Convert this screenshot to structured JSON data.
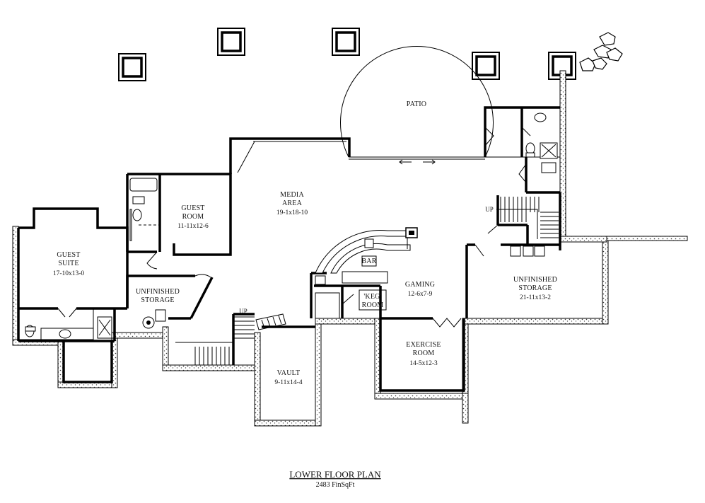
{
  "title": "LOWER FLOOR PLAN",
  "subtitle": "2483 FinSqFt",
  "rooms": {
    "patio": {
      "name": "PATIO"
    },
    "media": {
      "name_line1": "MEDIA",
      "name_line2": "AREA",
      "dims": "19-1x18-10"
    },
    "guest_room": {
      "name_line1": "GUEST",
      "name_line2": "ROOM",
      "dims": "11-11x12-6"
    },
    "guest_suite": {
      "name_line1": "GUEST",
      "name_line2": "SUITE",
      "dims": "17-10x13-0"
    },
    "unfinished_storage_left": {
      "name_line1": "UNFINISHED",
      "name_line2": "STORAGE"
    },
    "bar": {
      "name": "BAR"
    },
    "keg_room": {
      "name_line1": "'KEG'",
      "name_line2": "ROOM"
    },
    "gaming": {
      "name": "GAMING",
      "dims": "12-6x7-9"
    },
    "unfinished_storage_right": {
      "name_line1": "UNFINISHED",
      "name_line2": "STORAGE",
      "dims": "21-11x13-2"
    },
    "exercise": {
      "name_line1": "EXERCISE",
      "name_line2": "ROOM",
      "dims": "14-5x12-3"
    },
    "vault": {
      "name": "VAULT",
      "dims": "9-11x14-4"
    }
  },
  "stairs": {
    "up_label_main": "UP",
    "up_label_right": "UP"
  }
}
